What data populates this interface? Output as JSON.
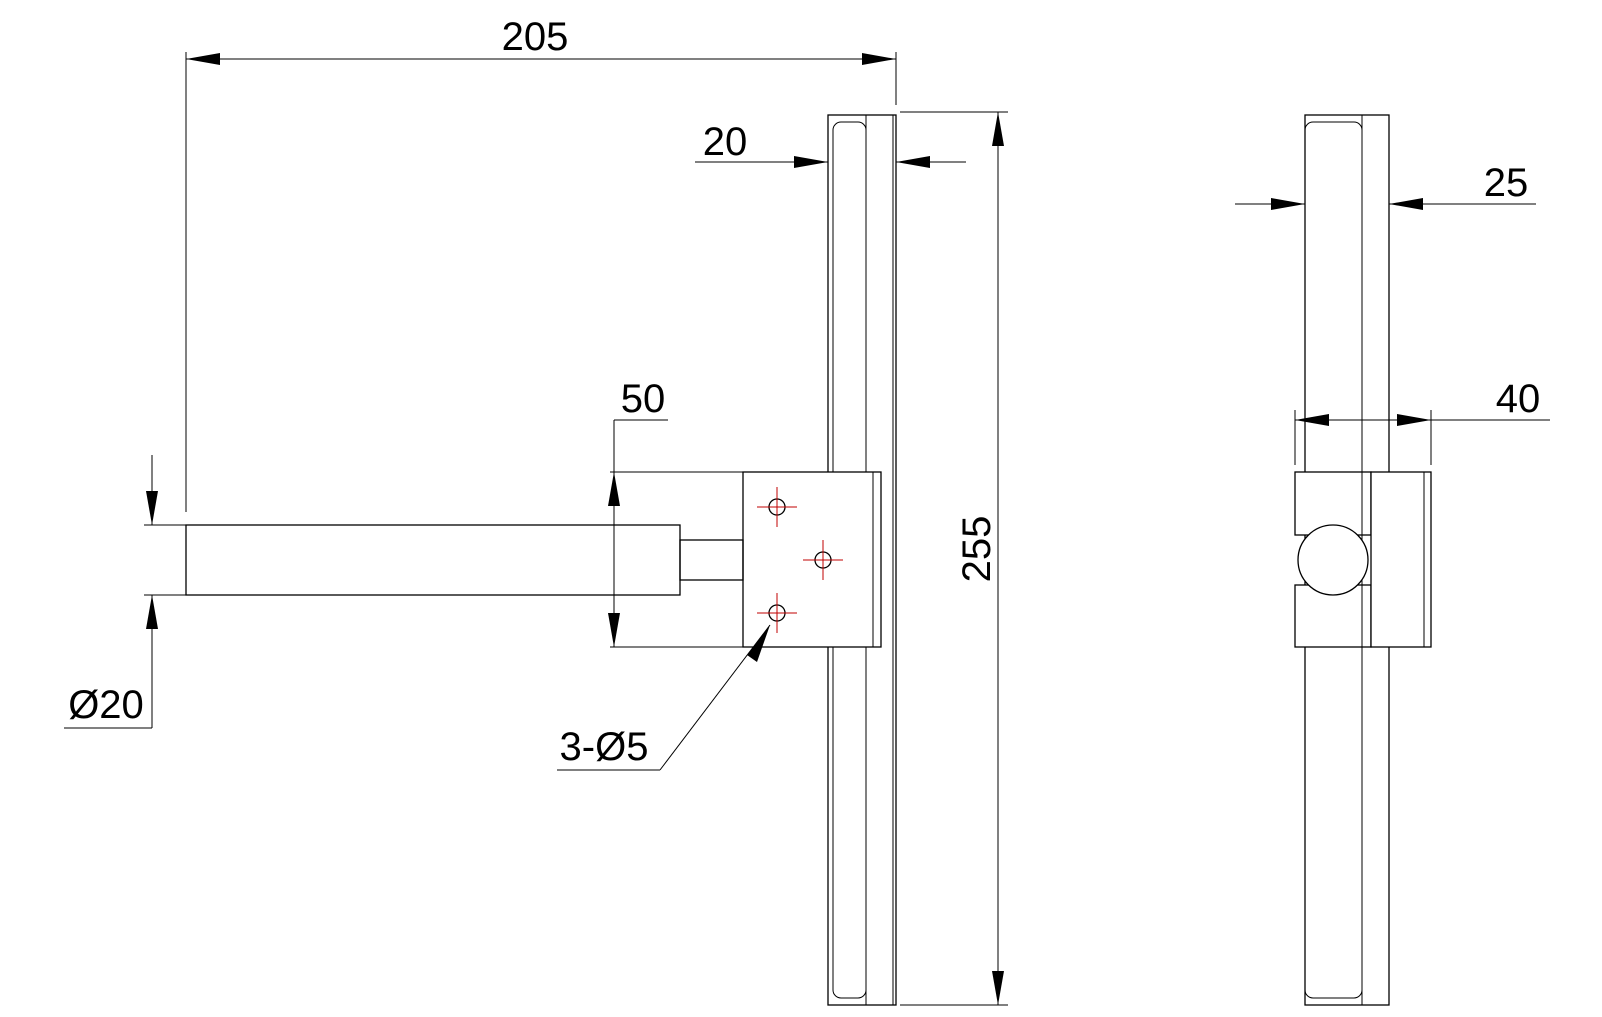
{
  "dimensions": {
    "overall_length": "205",
    "bar_thickness": "20",
    "overall_height": "255",
    "bracket_height": "50",
    "tube_diameter": "Ø20",
    "holes": "3-Ø5",
    "side_thickness": "25",
    "side_bracket_width": "40"
  },
  "colors": {
    "line": "#000000",
    "centerline": "#c00000"
  }
}
